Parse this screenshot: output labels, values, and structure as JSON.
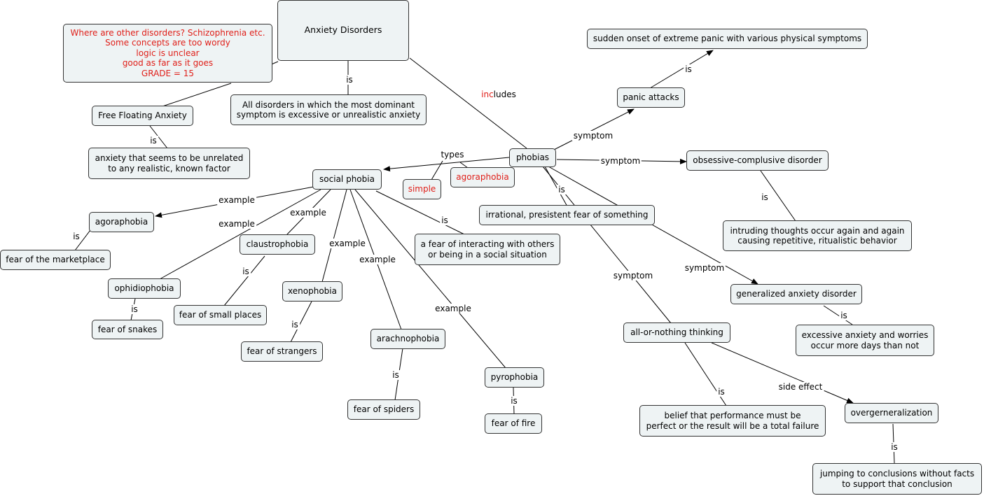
{
  "nodes": {
    "anxiety_disorders": "Anxiety Disorders",
    "comment": "Where are other disorders? Schizophrenia etc.\nSome concepts are too wordy\nlogic is unclear\ngood as far as it goes\nGRADE = 15",
    "all_disorders": "All disorders in which the most dominant\nsymptom is excessive or unrealistic anxiety",
    "free_floating": "Free Floating Anxiety",
    "anxiety_unrelated": "anxiety that seems to be unrelated\nto any realistic, known factor",
    "sudden_onset": "sudden onset of extreme panic with various physical symptoms",
    "panic_attacks": "panic attacks",
    "phobias": "phobias",
    "ocd": "obsessive-complusive disorder",
    "intruding": "intruding thoughts occur again and again\ncausing repetitive, ritualistic behavior",
    "social_phobia": "social phobia",
    "simple": "simple",
    "agoraphobia_red": "agoraphobia",
    "irrational": "irrational, presistent fear of something",
    "agoraphobia": "agoraphobia",
    "marketplace": "fear of the marketplace",
    "claustrophobia": "claustrophobia",
    "small_places": "fear of small places",
    "ophidiophobia": "ophidiophobia",
    "snakes": "fear of snakes",
    "xenophobia": "xenophobia",
    "strangers": "fear of strangers",
    "arachnophobia": "arachnophobia",
    "spiders": "fear of spiders",
    "pyrophobia": "pyrophobia",
    "fire": "fear of fire",
    "fear_interacting": "a fear of interacting with others\nor being in a social situation",
    "gad": "generalized anxiety disorder",
    "excessive": "excessive anxiety and worries\noccur more days than not",
    "all_or_nothing": "all-or-nothing thinking",
    "belief": "belief that performance must be\nperfect or the result will be a total failure",
    "overgen": "overgerneralization",
    "jumping": "jumping to conclusions without facts\nto support that conclusion"
  },
  "labels": {
    "is": "is",
    "includes_red": "inc",
    "includes_rest": "ludes",
    "symptom": "symptom",
    "types": "types",
    "example": "example",
    "side_effect": "side effect"
  },
  "colors": {
    "node_fill": "#eef3f4",
    "border": "#333333",
    "annotation_red": "#e0201a"
  }
}
